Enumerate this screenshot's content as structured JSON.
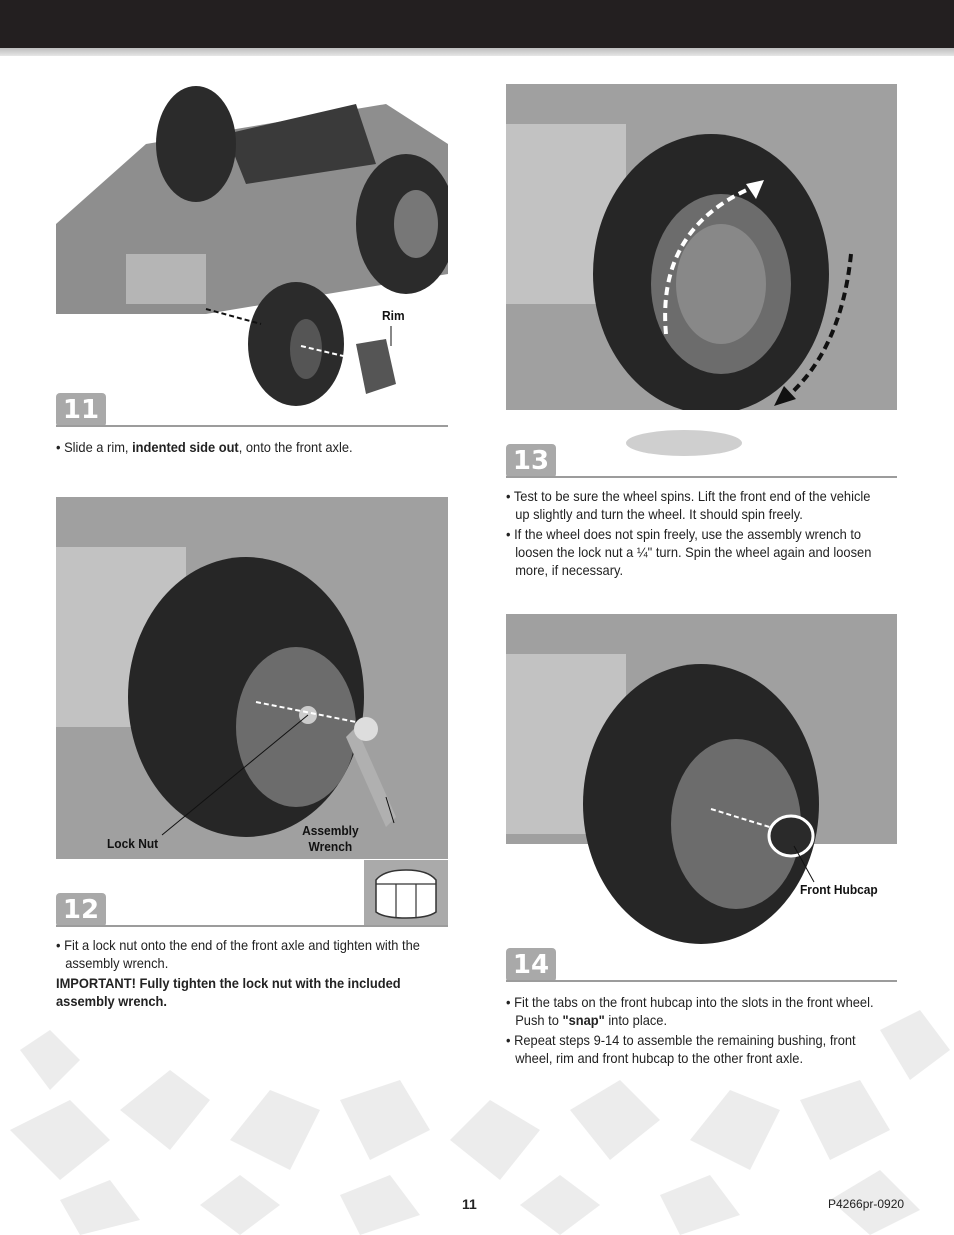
{
  "page": {
    "number": "11",
    "code": "P4266pr-0920",
    "colors": {
      "header": "#231f20",
      "badge": "#a9a9a9",
      "image_bg": "#9a9a9a"
    }
  },
  "steps": [
    {
      "number": "11",
      "callouts": [
        "Rim"
      ],
      "text": {
        "pre": "Slide a rim, ",
        "bold": "indented side out",
        "post": ", onto the front axle."
      }
    },
    {
      "number": "12",
      "callouts": [
        "Lock Nut",
        "Assembly",
        "Wrench"
      ],
      "bullet": "Fit a lock nut onto the end of the front axle and tighten with the assembly wrench.",
      "important": "IMPORTANT! Fully tighten the lock nut with the included assembly wrench."
    },
    {
      "number": "13",
      "bullets": [
        "Test to be sure the wheel spins. Lift the front end of the vehicle up slightly and turn the wheel. It should spin freely.",
        "If the wheel does not spin freely, use the assembly wrench to loosen the lock nut a ¼\" turn. Spin the wheel again and loosen more, if necessary."
      ]
    },
    {
      "number": "14",
      "callouts": [
        "Front Hubcap"
      ],
      "bullet1": {
        "pre": "Fit the tabs on the front hubcap into the slots in the front wheel. Push to ",
        "bold": "\"snap\"",
        "post": " into place."
      },
      "bullet2": "Repeat steps 9-14 to assemble the remaining bushing, front wheel, rim and front hubcap to the other front axle."
    }
  ]
}
